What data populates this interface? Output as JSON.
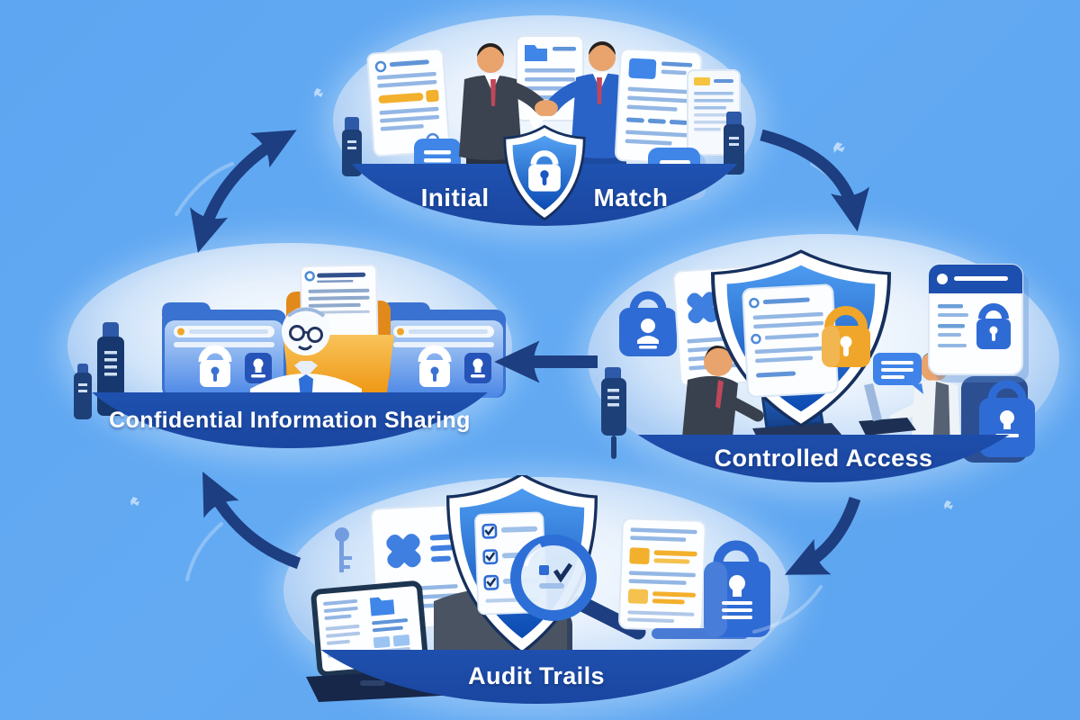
{
  "diagram": {
    "background_color": "#60a8f2",
    "arrow_color": "#1d3e80",
    "accent_colors": {
      "band_blue": "#2258ba",
      "shield_blue": "#1463d8",
      "panel_light_blue": "#d9e9fb",
      "lock_orange": "#f0a62a",
      "folder_orange": "#ee9713",
      "icon_blue": "#2f6bd4",
      "navy": "#16305e"
    },
    "stages": [
      {
        "id": "initial-match",
        "label": "Initial Match",
        "label_left": "Initial",
        "label_right": "Match",
        "position": "top-center",
        "scene": "Two businessmen shaking hands surrounded by documents, above a shield-and-padlock emblem",
        "icons": [
          "shield-lock",
          "handshake",
          "contract-document",
          "report-document",
          "list-card",
          "usb-drive"
        ]
      },
      {
        "id": "controlled-access",
        "label": "Controlled Access",
        "position": "middle-right",
        "scene": "Two professionals at laptops flanking a large shield that holds a document with an orange padlock",
        "icons": [
          "shield-document-lock",
          "laptop",
          "padlock-user",
          "document-x",
          "browser-lock-card",
          "speech-bubble"
        ]
      },
      {
        "id": "confidential-information-sharing",
        "label": "Confidential Information Sharing",
        "position": "middle-left",
        "scene": "Locked blue folders flanking an orange folder with a confidential document and an anonymized figure",
        "icons": [
          "locked-folder",
          "stamp-chip",
          "confidential-folder-document",
          "usb-drive",
          "anonymous-person"
        ]
      },
      {
        "id": "audit-trails",
        "label": "Audit Trails",
        "position": "bottom-center",
        "scene": "Analyst at a laptop reviewing records while a shield checklist is examined under a magnifying glass",
        "icons": [
          "shield-checklist",
          "magnifying-glass",
          "laptop-document",
          "document-x",
          "highlighted-report",
          "padlock-stamp"
        ]
      }
    ],
    "connections": [
      {
        "id": "share-match",
        "style": "curved-double-headed",
        "endpoints": [
          "confidential-information-sharing",
          "initial-match"
        ]
      },
      {
        "id": "match-access",
        "style": "curved",
        "from": "initial-match",
        "to": "controlled-access"
      },
      {
        "id": "access-share",
        "style": "straight",
        "from": "controlled-access",
        "to": "confidential-information-sharing"
      },
      {
        "id": "access-audit",
        "style": "curved",
        "from": "controlled-access",
        "to": "audit-trails"
      },
      {
        "id": "audit-share",
        "style": "curved",
        "from": "audit-trails",
        "to": "confidential-information-sharing"
      }
    ]
  }
}
